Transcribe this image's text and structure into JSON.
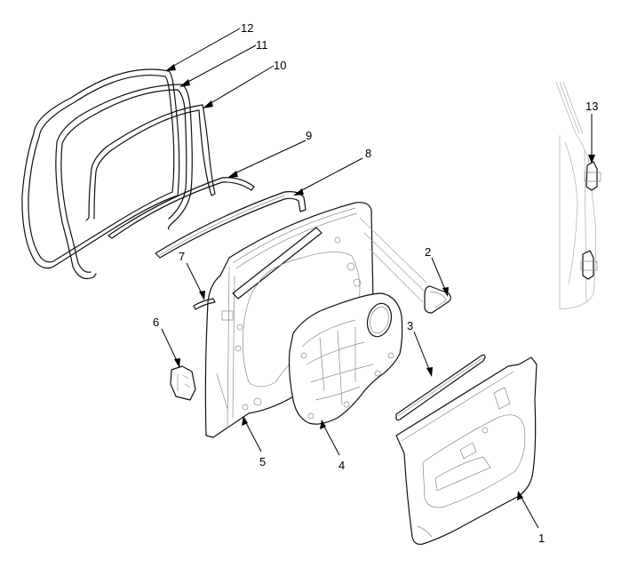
{
  "diagram": {
    "subject": "Front door assembly — exploded view",
    "callouts": [
      {
        "id": "1",
        "label": "1",
        "part": "door-trim-panel"
      },
      {
        "id": "2",
        "label": "2",
        "part": "delta-cover"
      },
      {
        "id": "3",
        "label": "3",
        "part": "inner-weatherstrip"
      },
      {
        "id": "4",
        "label": "4",
        "part": "door-module-panel"
      },
      {
        "id": "5",
        "label": "5",
        "part": "door-panel"
      },
      {
        "id": "6",
        "label": "6",
        "part": "door-latch"
      },
      {
        "id": "7",
        "label": "7",
        "part": "outside-handle-rod"
      },
      {
        "id": "8",
        "label": "8",
        "part": "outer-belt-weatherstrip"
      },
      {
        "id": "9",
        "label": "9",
        "part": "inner-belt-molding"
      },
      {
        "id": "10",
        "label": "10",
        "part": "glass-run-channel"
      },
      {
        "id": "11",
        "label": "11",
        "part": "door-side-weatherstrip"
      },
      {
        "id": "12",
        "label": "12",
        "part": "body-side-weatherstrip"
      },
      {
        "id": "13",
        "label": "13",
        "part": "door-hinge"
      }
    ]
  }
}
